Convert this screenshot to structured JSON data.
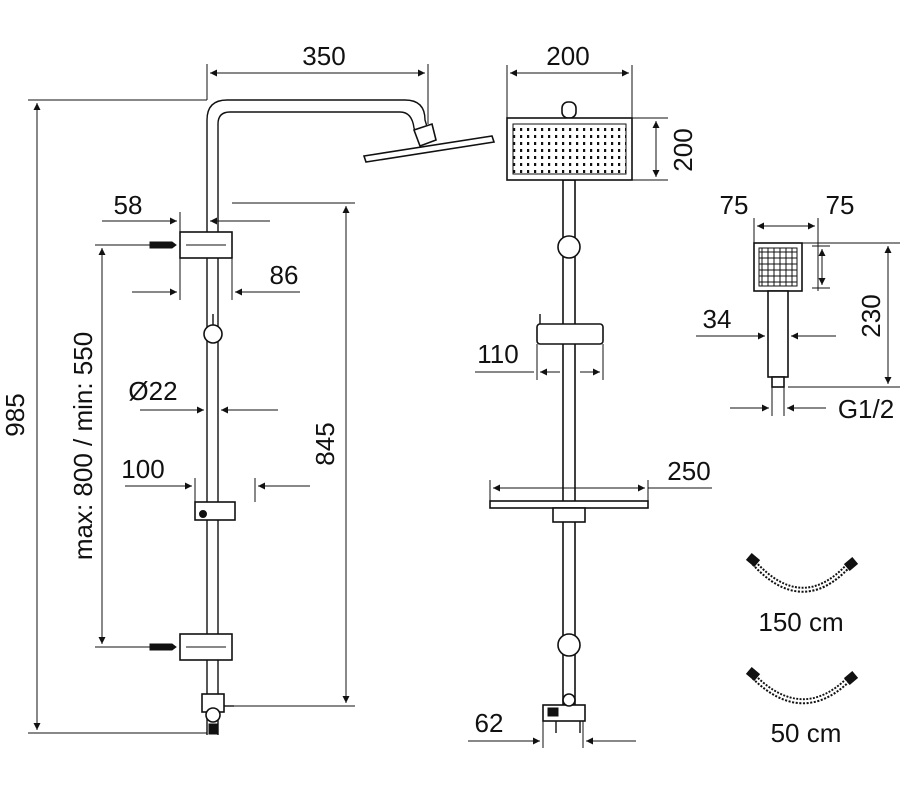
{
  "dimensions": {
    "head_arm_reach": "350",
    "head_width": "200",
    "head_depth": "200",
    "overall_height": "985",
    "bracket_spacing": "max: 800 / min: 550",
    "bar_height": "845",
    "bracket_offset": "58",
    "bracket_depth": "86",
    "pipe_diameter": "Ø22",
    "shelf_depth": "100",
    "diverter_width": "110",
    "shelf_width": "250",
    "valve_width": "62",
    "hand_width_left": "75",
    "hand_width_right": "75",
    "hand_length": "230",
    "hand_handle": "34",
    "hand_thread": "G1/2"
  },
  "hoses": [
    {
      "label": "150 cm"
    },
    {
      "label": "50 cm"
    }
  ],
  "colors": {
    "line": "#111111",
    "background": "#ffffff"
  }
}
